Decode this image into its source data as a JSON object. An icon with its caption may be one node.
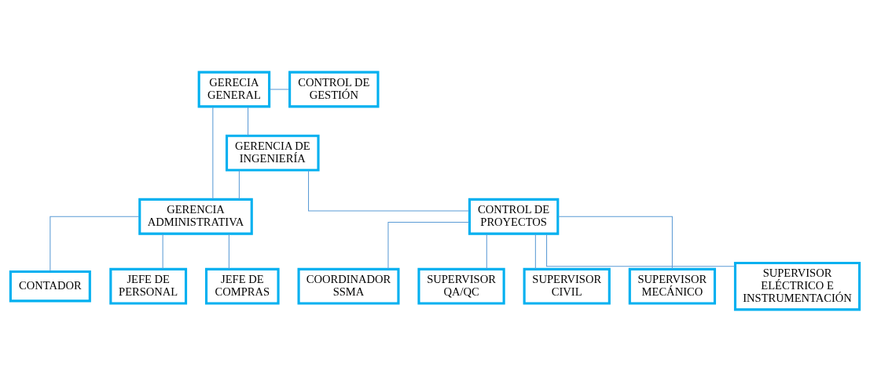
{
  "diagram": {
    "nodes": [
      {
        "text": [
          "CONTROL DE GESTIÓN"
        ]
      },
      {
        "text": [
          "GERECIA GENERAL"
        ]
      },
      {
        "text": [
          "GERENCIA ADMINISTRATIVA"
        ]
      },
      {
        "text": [
          "GERENCIA DE INGENIERÍA"
        ]
      },
      {
        "text": [
          "CONTADOR"
        ]
      },
      {
        "text": [
          "JEFE DE PERSONAL"
        ]
      },
      {
        "text": [
          "JEFE DE COMPRAS"
        ]
      },
      {
        "text": [
          "CONTROL DE PROYECTOS"
        ]
      },
      {
        "text": [
          "COORDINADOR SSMA"
        ]
      },
      {
        "text": [
          "SUPERVISOR QA/QC"
        ]
      },
      {
        "text": [
          "SUPERVISOR CIVIL"
        ]
      },
      {
        "text": [
          "SUPERVISOR MECÁNICO"
        ]
      },
      {
        "text": [
          "SUPERVISOR ELÉCTRICO E INSTRUMENTACIÓN"
        ]
      }
    ],
    "edges": [
      {
        "from": 1,
        "to": 0,
        "arrow": "none"
      },
      {
        "from": 1,
        "to": 3,
        "arrow": "none"
      },
      {
        "from": 1,
        "to": 2,
        "arrow": "none"
      },
      {
        "from": 3,
        "to": 2,
        "arrow": "none"
      },
      {
        "from": 2,
        "to": 4,
        "arrow": "none"
      },
      {
        "from": 2,
        "to": 5,
        "arrow": "none"
      },
      {
        "from": 2,
        "to": 6,
        "arrow": "none"
      },
      {
        "from": 3,
        "to": 7,
        "arrow": "none"
      },
      {
        "from": 7,
        "to": 8,
        "arrow": "none"
      },
      {
        "from": 7,
        "to": 9,
        "arrow": "none"
      },
      {
        "from": 7,
        "to": 10,
        "arrow": "none"
      },
      {
        "from": 7,
        "to": 11,
        "arrow": "none"
      },
      {
        "from": 7,
        "to": 12,
        "arrow": "none"
      }
    ]
  }
}
